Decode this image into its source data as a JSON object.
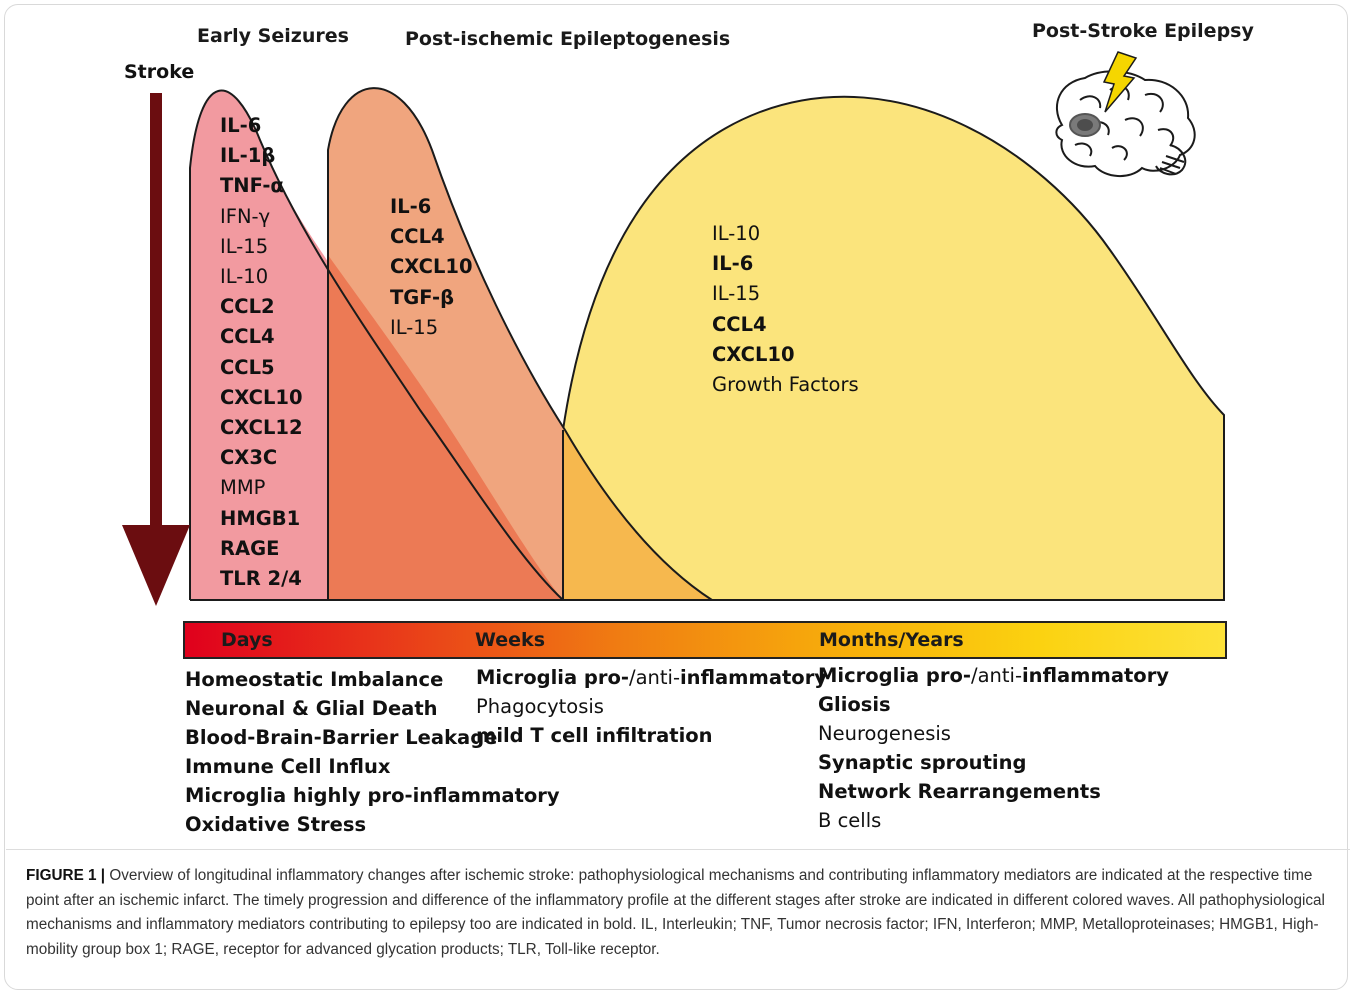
{
  "stages": {
    "stroke": "Stroke",
    "early": "Early Seizures",
    "epileptogenesis": "Post-ischemic Epileptogenesis",
    "pse": "Post-Stroke Epilepsy"
  },
  "early_mediators": [
    {
      "text": "IL-6",
      "bold": true
    },
    {
      "text": "IL-1β",
      "bold": true
    },
    {
      "text": "TNF-α",
      "bold": true
    },
    {
      "text": "IFN-γ",
      "bold": false
    },
    {
      "text": "IL-15",
      "bold": false
    },
    {
      "text": "IL-10",
      "bold": false
    },
    {
      "text": "CCL2",
      "bold": true
    },
    {
      "text": "CCL4",
      "bold": true
    },
    {
      "text": "CCL5",
      "bold": true
    },
    {
      "text": "CXCL10",
      "bold": true
    },
    {
      "text": "CXCL12",
      "bold": true
    },
    {
      "text": "CX3C",
      "bold": true
    },
    {
      "text": "MMP",
      "bold": false
    },
    {
      "text": "HMGB1",
      "bold": true
    },
    {
      "text": "RAGE",
      "bold": true
    },
    {
      "text": "TLR 2/4",
      "bold": true
    }
  ],
  "epileptogenesis_mediators": [
    {
      "text": "IL-6",
      "bold": true
    },
    {
      "text": "CCL4",
      "bold": true
    },
    {
      "text": "CXCL10",
      "bold": true
    },
    {
      "text": "TGF-β",
      "bold": true
    },
    {
      "text": "IL-15",
      "bold": false
    }
  ],
  "pse_mediators": [
    {
      "text": "IL-10",
      "bold": false
    },
    {
      "text": "IL-6",
      "bold": true
    },
    {
      "text": "IL-15",
      "bold": false
    },
    {
      "text": "CCL4",
      "bold": true
    },
    {
      "text": "CXCL10",
      "bold": true
    },
    {
      "text": "Growth Factors",
      "bold": false
    }
  ],
  "timeline": {
    "days": "Days",
    "weeks": "Weeks",
    "months": "Months/Years"
  },
  "mechanisms": {
    "days": [
      {
        "text": "Homeostatic Imbalance",
        "bold": true
      },
      {
        "text": "Neuronal & Glial Death",
        "bold": true
      },
      {
        "text": "Blood-Brain-Barrier Leakage",
        "bold": true
      },
      {
        "text": "Immune Cell Influx",
        "bold": true
      },
      {
        "text": "Microglia highly pro-inflammatory",
        "bold": true
      },
      {
        "text": "Oxidative Stress",
        "bold": true
      }
    ],
    "weeks": {
      "microglia": {
        "pre": "Microglia pro-",
        "mid": "/anti-",
        "post": "inflammatory"
      },
      "items": [
        {
          "text": "Phagocytosis",
          "bold": false
        },
        {
          "text": "mild T cell infiltration",
          "bold": true
        }
      ]
    },
    "months": {
      "microglia": {
        "pre": "Microglia pro-",
        "mid": "/anti-",
        "post": "inflammatory"
      },
      "items": [
        {
          "text": "Gliosis",
          "bold": true
        },
        {
          "text": "Neurogenesis",
          "bold": false
        },
        {
          "text": "Synaptic sprouting",
          "bold": true
        },
        {
          "text": "Network Rearrangements",
          "bold": true
        },
        {
          "text": "B cells",
          "bold": false
        }
      ]
    }
  },
  "caption": {
    "lead": "FIGURE 1 | ",
    "body": "Overview of longitudinal inflammatory changes after ischemic stroke: pathophysiological mechanisms and contributing inflammatory mediators are indicated at the respective time point after an ischemic infarct. The timely progression and difference of the inflammatory profile at the different stages after stroke are indicated in different colored waves. All pathophysiological mechanisms and inflammatory mediators contributing to epilepsy too are indicated in bold. IL, Interleukin; TNF, Tumor necrosis factor; IFN, Interferon; MMP, Metalloproteinases; HMGB1, High-mobility group box 1; RAGE, receptor for advanced glycation products; TLR, Toll-like receptor."
  },
  "colors": {
    "early_wave": "#f29aa0",
    "epileptogenesis_wave": "#f0a57e",
    "pse_wave": "#fbe47c",
    "overlap_red": "#ec7a55",
    "overlap_orange": "#f6b84e",
    "arrow": "#6b0d10"
  },
  "icons": [
    "stroke-arrow-icon",
    "brain-icon",
    "lightning-icon"
  ]
}
